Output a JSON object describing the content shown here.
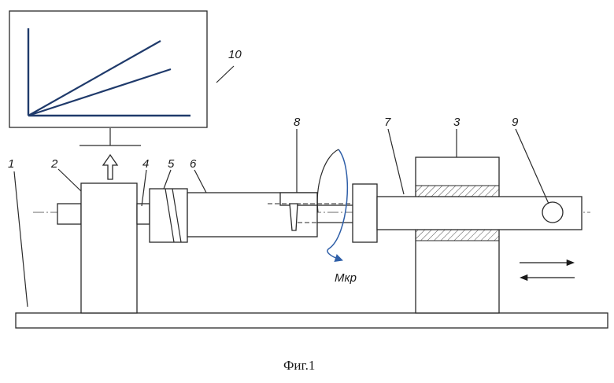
{
  "labels": {
    "l1": "1",
    "l2": "2",
    "l3": "3",
    "l4": "4",
    "l5": "5",
    "l6": "6",
    "l7": "7",
    "l8": "8",
    "l9": "9",
    "l10": "10"
  },
  "torque_label": "Мкр",
  "caption": "Фиг.1",
  "colors": {
    "ink": "#2a2a2a",
    "graph_line": "#1f3a6b",
    "torque_arrow": "#2f5fa8"
  }
}
